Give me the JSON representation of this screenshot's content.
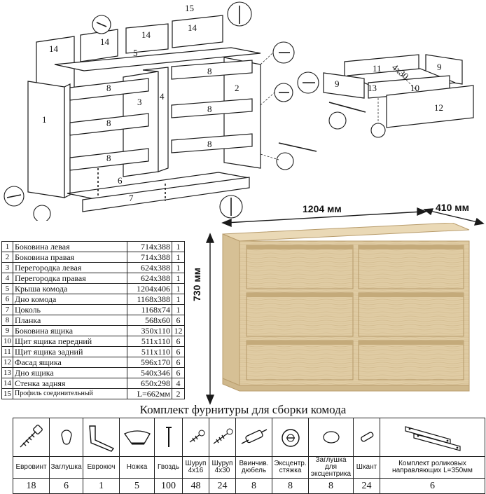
{
  "diagram": {
    "callouts": [
      "1",
      "2",
      "3",
      "4",
      "5",
      "6",
      "7",
      "8",
      "9",
      "10",
      "11",
      "12",
      "13",
      "14",
      "15",
      "4x30"
    ],
    "dimensions": {
      "width": "1204 мм",
      "depth": "410 мм",
      "height": "730 мм"
    }
  },
  "parts": [
    {
      "num": "1",
      "name": "Боковина левая",
      "size": "714x388",
      "qty": "1"
    },
    {
      "num": "2",
      "name": "Боковина правая",
      "size": "714x388",
      "qty": "1"
    },
    {
      "num": "3",
      "name": "Перегородка левая",
      "size": "624x388",
      "qty": "1"
    },
    {
      "num": "4",
      "name": "Перегородка правая",
      "size": "624x388",
      "qty": "1"
    },
    {
      "num": "5",
      "name": "Крыша комода",
      "size": "1204x406",
      "qty": "1"
    },
    {
      "num": "6",
      "name": "Дно комода",
      "size": "1168x388",
      "qty": "1"
    },
    {
      "num": "7",
      "name": "Цоколь",
      "size": "1168x74",
      "qty": "1"
    },
    {
      "num": "8",
      "name": "Планка",
      "size": "568x60",
      "qty": "6"
    },
    {
      "num": "9",
      "name": "Боковина ящика",
      "size": "350x110",
      "qty": "12"
    },
    {
      "num": "10",
      "name": "Щит ящика передний",
      "size": "511x110",
      "qty": "6"
    },
    {
      "num": "11",
      "name": "Щит ящика задний",
      "size": "511x110",
      "qty": "6"
    },
    {
      "num": "12",
      "name": "Фасад ящика",
      "size": "596x170",
      "qty": "6"
    },
    {
      "num": "13",
      "name": "Дно ящика",
      "size": "540x346",
      "qty": "6"
    },
    {
      "num": "14",
      "name": "Стенка задняя",
      "size": "650x298",
      "qty": "4"
    },
    {
      "num": "15",
      "name": "Профиль соединительный",
      "size": "L=662мм",
      "qty": "2"
    }
  ],
  "kit": {
    "title": "Комплект фурнитуры для сборки комода",
    "items": [
      {
        "icon": "screw-icon",
        "label": "Евровинт",
        "label2": "",
        "qty": "18"
      },
      {
        "icon": "cap-icon",
        "label": "Заглушка",
        "label2": "",
        "qty": "6"
      },
      {
        "icon": "hex-key-icon",
        "label": "Еврокюч",
        "label2": "",
        "qty": "1"
      },
      {
        "icon": "furniture-foot-icon",
        "label": "Ножка",
        "label2": "",
        "qty": "5"
      },
      {
        "icon": "nail-icon",
        "label": "Гвоздь",
        "label2": "",
        "qty": "100"
      },
      {
        "icon": "short-screw-icon",
        "label": "Шуруп",
        "label2": "4x16",
        "qty": "48"
      },
      {
        "icon": "long-screw-icon",
        "label": "Шуруп",
        "label2": "4x30",
        "qty": "24"
      },
      {
        "icon": "dowel-screw-icon",
        "label": "Ввинчив.",
        "label2": "дюбель",
        "qty": "8"
      },
      {
        "icon": "cam-lock-icon",
        "label": "Эксцентр.",
        "label2": "стяжка",
        "qty": "8"
      },
      {
        "icon": "cam-cap-icon",
        "label": "Заглушка для",
        "label2": "эксцентрика",
        "qty": "8"
      },
      {
        "icon": "wood-dowel-icon",
        "label": "Шкант",
        "label2": "",
        "qty": "24"
      },
      {
        "icon": "drawer-slides-icon",
        "label": "Комплект роликовых",
        "label2": "направляющих L=350мм",
        "qty": "6"
      }
    ]
  },
  "colors": {
    "wood": "#e0cca4",
    "wood_dark": "#c9b286",
    "line": "#1a1a1a"
  }
}
